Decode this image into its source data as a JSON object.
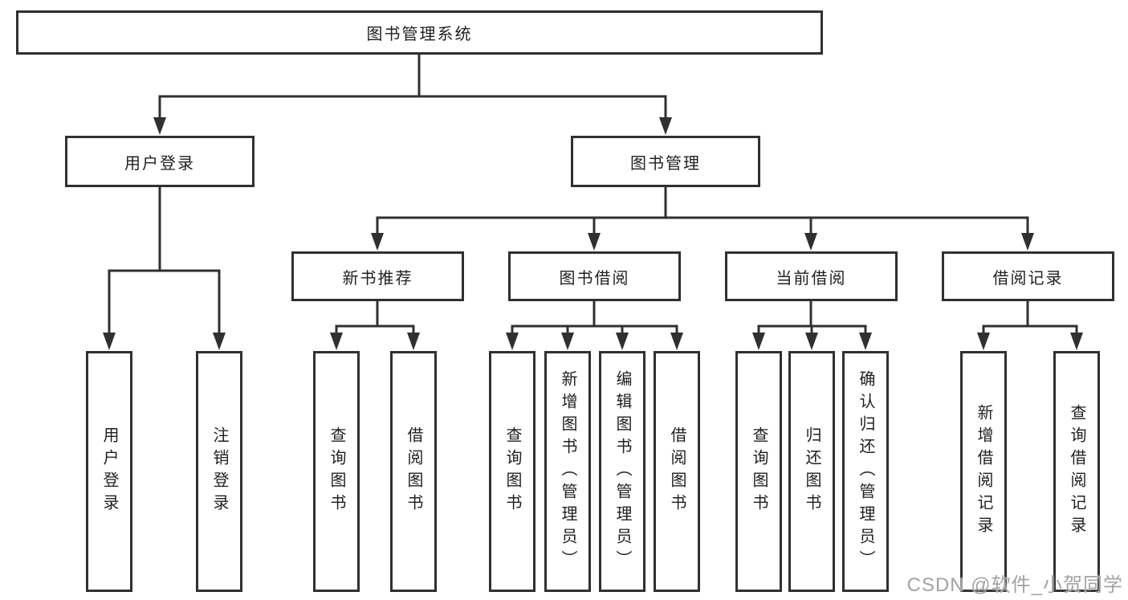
{
  "tree": {
    "root": {
      "label": "图书管理系统"
    },
    "branches": [
      {
        "label": "用户登录",
        "leaves": [
          "用户登录",
          "注销登录"
        ]
      },
      {
        "label": "图书管理",
        "children": [
          {
            "label": "新书推荐",
            "leaves": [
              "查询图书",
              "借阅图书"
            ]
          },
          {
            "label": "图书借阅",
            "leaves": [
              "查询图书",
              "新增图书（管理员）",
              "编辑图书（管理员）",
              "借阅图书"
            ]
          },
          {
            "label": "当前借阅",
            "leaves": [
              "查询图书",
              "归还图书",
              "确认归还（管理员）"
            ]
          },
          {
            "label": "借阅记录",
            "leaves": [
              "新增借阅记录",
              "查询借阅记录"
            ]
          }
        ]
      }
    ]
  },
  "watermark": "CSDN @软件_小贺同学",
  "colors": {
    "line": "#303030",
    "box_border": "#303030",
    "text": "#1f1f1f",
    "background": "#ffffff",
    "watermark": "#a3a3a3"
  }
}
